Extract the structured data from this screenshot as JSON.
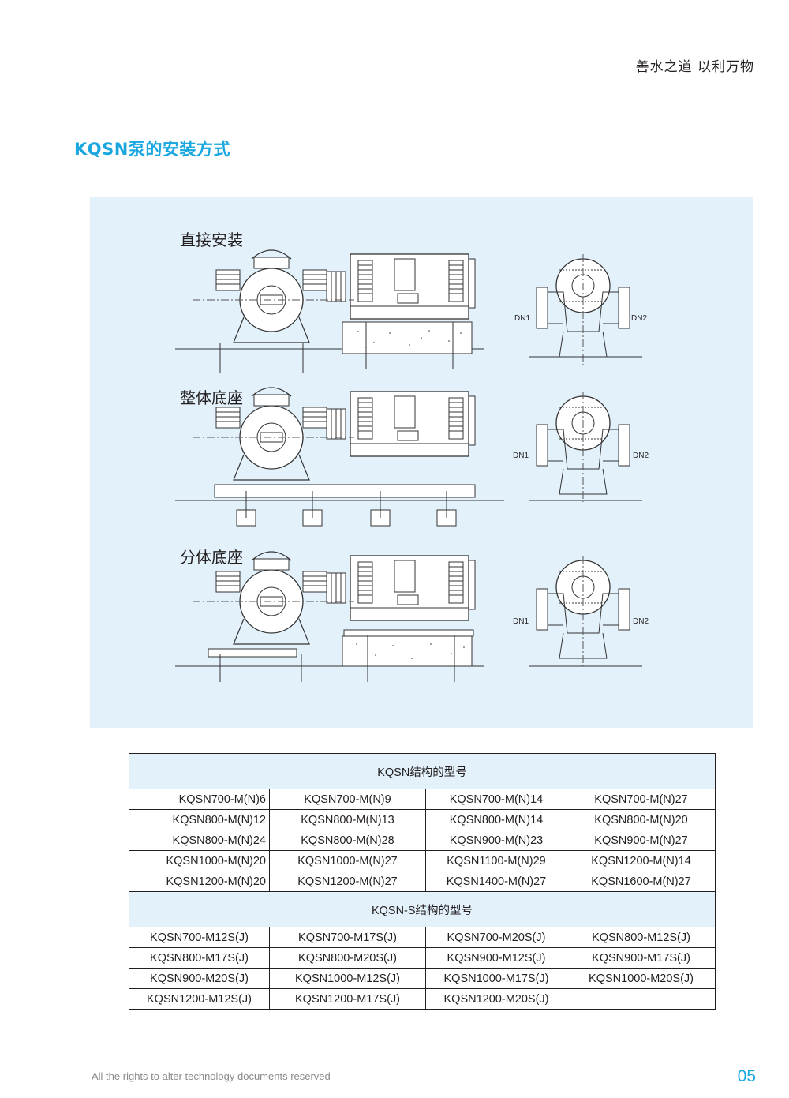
{
  "header": {
    "slogan": "善水之道  以利万物"
  },
  "title": "KQSN泵的安装方式",
  "sections": [
    {
      "label": "直接安装"
    },
    {
      "label": "整体底座"
    },
    {
      "label": "分体底座"
    }
  ],
  "diagram_labels": {
    "dn1": "DN1",
    "dn2": "DN2"
  },
  "table": {
    "header1": "KQSN结构的型号",
    "rows1": [
      [
        "KQSN700-M(N)6",
        "KQSN700-M(N)9",
        "KQSN700-M(N)14",
        "KQSN700-M(N)27"
      ],
      [
        "KQSN800-M(N)12",
        "KQSN800-M(N)13",
        "KQSN800-M(N)14",
        "KQSN800-M(N)20"
      ],
      [
        "KQSN800-M(N)24",
        "KQSN800-M(N)28",
        "KQSN900-M(N)23",
        "KQSN900-M(N)27"
      ],
      [
        "KQSN1000-M(N)20",
        "KQSN1000-M(N)27",
        "KQSN1100-M(N)29",
        "KQSN1200-M(N)14"
      ],
      [
        "KQSN1200-M(N)20",
        "KQSN1200-M(N)27",
        "KQSN1400-M(N)27",
        "KQSN1600-M(N)27"
      ]
    ],
    "header2": "KQSN-S结构的型号",
    "rows2": [
      [
        "KQSN700-M12S(J)",
        "KQSN700-M17S(J)",
        "KQSN700-M20S(J)",
        "KQSN800-M12S(J)"
      ],
      [
        "KQSN800-M17S(J)",
        "KQSN800-M20S(J)",
        "KQSN900-M12S(J)",
        "KQSN900-M17S(J)"
      ],
      [
        "KQSN900-M20S(J)",
        "KQSN1000-M12S(J)",
        "KQSN1000-M17S(J)",
        "KQSN1000-M20S(J)"
      ],
      [
        "KQSN1200-M12S(J)",
        "KQSN1200-M17S(J)",
        "KQSN1200-M20S(J)",
        ""
      ]
    ]
  },
  "footer": {
    "text": "All the rights to alter technology documents reserved",
    "page_number": "05"
  }
}
